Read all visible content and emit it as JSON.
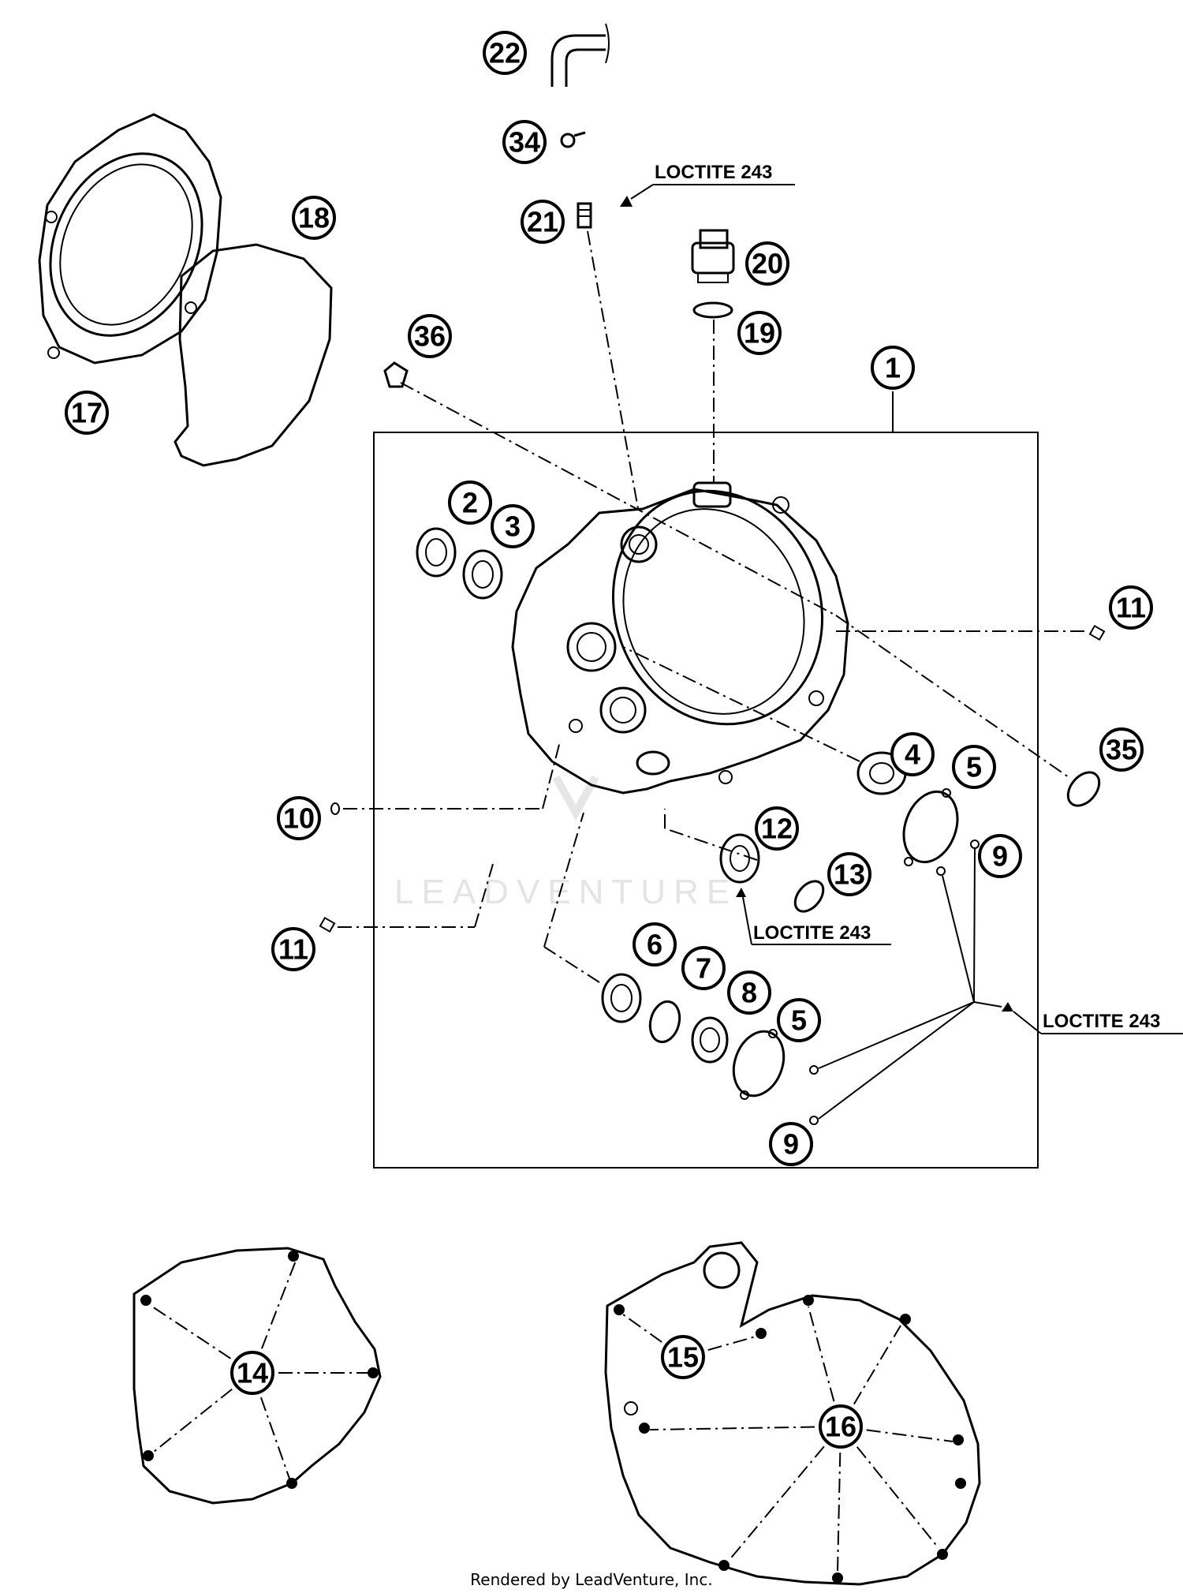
{
  "callouts": [
    "1",
    "2",
    "3",
    "4",
    "5",
    "5",
    "6",
    "7",
    "8",
    "9",
    "9",
    "10",
    "11",
    "11",
    "12",
    "13",
    "14",
    "15",
    "16",
    "17",
    "18",
    "19",
    "20",
    "21",
    "22",
    "34",
    "35",
    "36"
  ],
  "notes": [
    "LOCTITE 243",
    "LOCTITE 243",
    "LOCTITE 243"
  ],
  "watermark": "LEADVENTURE",
  "footer": "Rendered by LeadVenture, Inc."
}
